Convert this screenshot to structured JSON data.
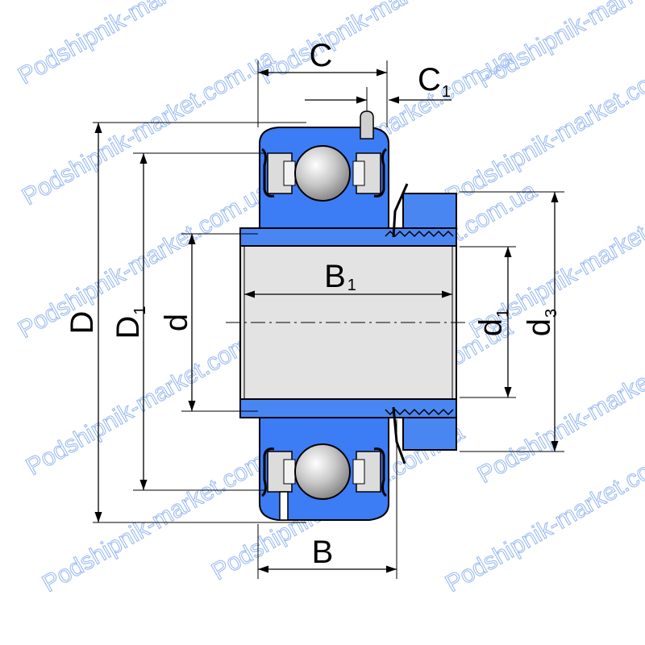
{
  "watermark": {
    "text": "Podshipnik-market.com.ua",
    "color": "#9bbcf0"
  },
  "colors": {
    "housing_blue": "#3c7cf4",
    "sleeve_blue": "#4a86f2",
    "bore_grey": "#e3e3e3",
    "ball_grey": "#9c9c9c",
    "line": "#000000"
  },
  "dimensions": {
    "C": {
      "main": "C",
      "sub": ""
    },
    "C1": {
      "main": "C",
      "sub": "1"
    },
    "D": {
      "main": "D",
      "sub": ""
    },
    "D1": {
      "main": "D",
      "sub": "1"
    },
    "d": {
      "main": "d",
      "sub": ""
    },
    "B1": {
      "main": "B",
      "sub": "1"
    },
    "d1": {
      "main": "d",
      "sub": "1"
    },
    "d3": {
      "main": "d",
      "sub": "3"
    },
    "B": {
      "main": "B",
      "sub": ""
    }
  }
}
